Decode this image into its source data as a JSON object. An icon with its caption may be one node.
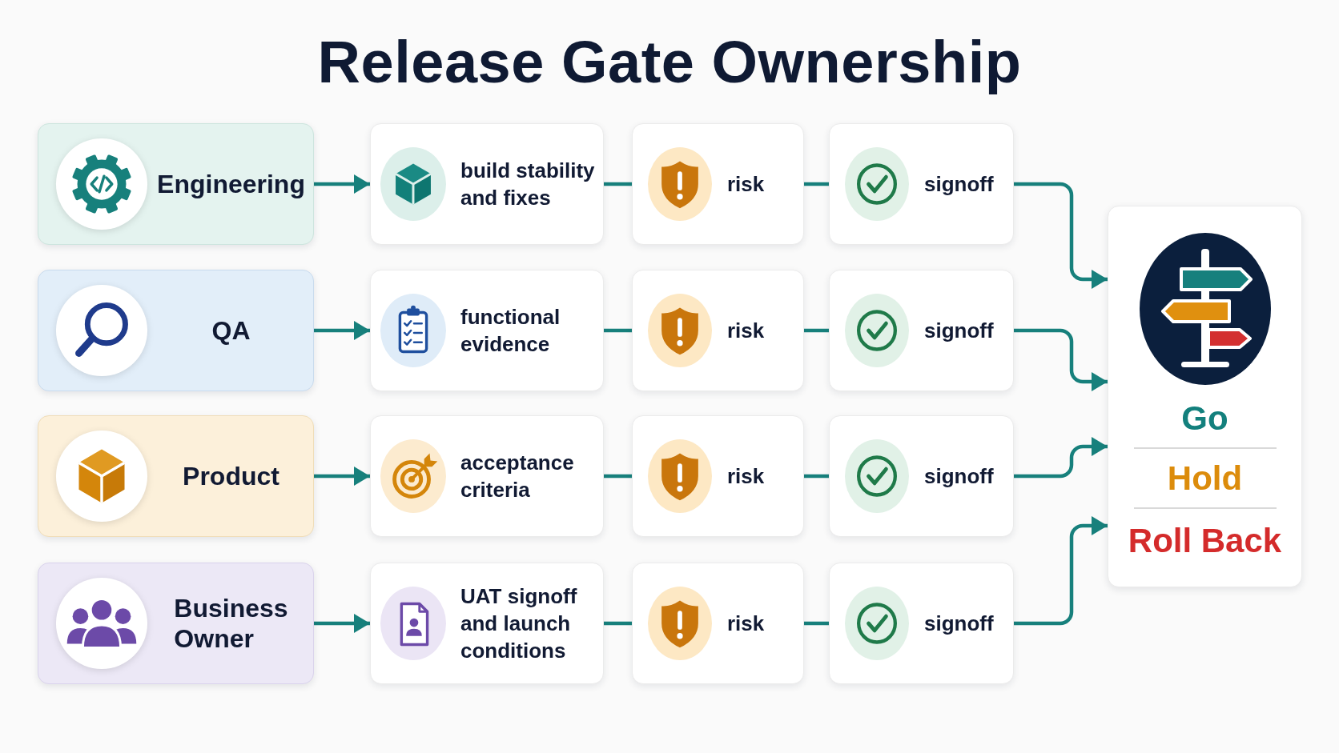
{
  "diagram": {
    "title": "Release Gate Ownership",
    "nodes": [
      {
        "text": [
          "Engineering"
        ]
      },
      {
        "text": [
          "build stability and fixes"
        ]
      },
      {
        "text": [
          "risk"
        ]
      },
      {
        "text": [
          "signoff"
        ]
      },
      {
        "text": [
          "QA"
        ]
      },
      {
        "text": [
          "functional evidence"
        ]
      },
      {
        "text": [
          "risk"
        ]
      },
      {
        "text": [
          "signoff"
        ]
      },
      {
        "text": [
          "Product"
        ]
      },
      {
        "text": [
          "acceptance criteria"
        ]
      },
      {
        "text": [
          "risk"
        ]
      },
      {
        "text": [
          "signoff"
        ]
      },
      {
        "text": [
          "Business Owner"
        ]
      },
      {
        "text": [
          "UAT signoff and launch conditions"
        ]
      },
      {
        "text": [
          "risk"
        ]
      },
      {
        "text": [
          "signoff"
        ]
      },
      {
        "text": [
          "Go",
          "Hold",
          "Roll Back"
        ]
      }
    ],
    "edges": [
      {
        "from": 0,
        "to": 1,
        "arrow": "to"
      },
      {
        "from": 1,
        "to": 2,
        "arrow": "none"
      },
      {
        "from": 2,
        "to": 3,
        "arrow": "none"
      },
      {
        "from": 3,
        "to": 16,
        "arrow": "to"
      },
      {
        "from": 4,
        "to": 5,
        "arrow": "to"
      },
      {
        "from": 5,
        "to": 6,
        "arrow": "none"
      },
      {
        "from": 6,
        "to": 7,
        "arrow": "none"
      },
      {
        "from": 7,
        "to": 16,
        "arrow": "to"
      },
      {
        "from": 8,
        "to": 9,
        "arrow": "to"
      },
      {
        "from": 9,
        "to": 10,
        "arrow": "none"
      },
      {
        "from": 10,
        "to": 11,
        "arrow": "none"
      },
      {
        "from": 11,
        "to": 16,
        "arrow": "to"
      },
      {
        "from": 12,
        "to": 13,
        "arrow": "to"
      },
      {
        "from": 13,
        "to": 14,
        "arrow": "none"
      },
      {
        "from": 14,
        "to": 15,
        "arrow": "none"
      },
      {
        "from": 15,
        "to": 16,
        "arrow": "to"
      }
    ]
  }
}
